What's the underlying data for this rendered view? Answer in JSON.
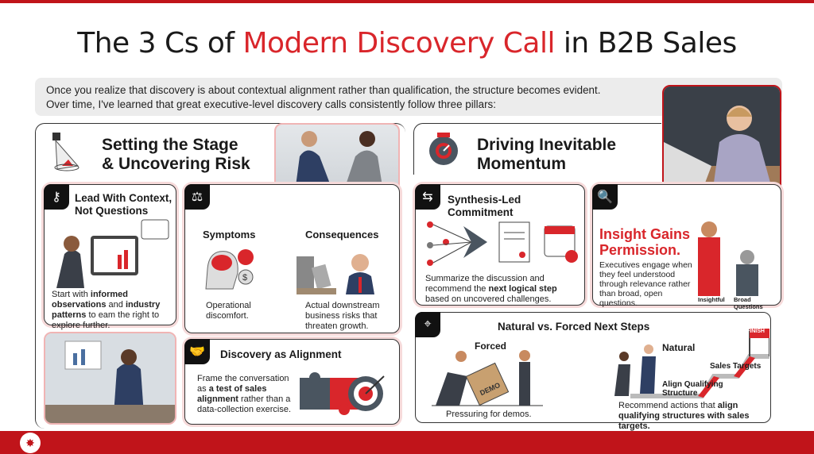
{
  "title": {
    "prefix": "The 3 Cs of ",
    "highlight": "Modern Discovery Call",
    "suffix": " in B2B Sales"
  },
  "intro": {
    "line1": "Once you realize that discovery is about contextual alignment rather than qualification, the structure becomes evident.",
    "line2": "Over time, I've learned that great executive-level discovery calls consistently follow three pillars:"
  },
  "left": {
    "title_line1": "Setting the Stage",
    "title_line2": "& Uncovering Risk",
    "lead": {
      "title_line1": "Lead With Context,",
      "title_line2": "Not Questions",
      "text_a": "Start with ",
      "bold_a": "informed observations",
      "text_b": " and ",
      "bold_b": "industry patterns",
      "text_c": " to eam the right to explore further."
    },
    "symptoms": {
      "title": "Symptoms",
      "text": "Operational discomfort."
    },
    "consequences": {
      "title": "Consequences",
      "text": "Actual downstream business risks that threaten growth."
    },
    "alignment": {
      "title": "Discovery as Alignment",
      "text_a": "Frame the conversation as ",
      "bold": "a test of sales alignment",
      "text_b": " rather than a data-collection exercise."
    }
  },
  "right": {
    "title_line1": "Driving Inevitable",
    "title_line2": "Momentum",
    "synthesis": {
      "title": "Synthesis-Led Commitment",
      "text_a": "Summarize the discussion and recommend the ",
      "bold": "next logical step",
      "text_b": " based on uncovered challenges."
    },
    "insight": {
      "title_line1": "Insight Gains",
      "title_line2": "Permission.",
      "text": "Executives engage when they feel understood through relevance rather than broad, open questions.",
      "bar_labels": [
        "Insightful",
        "Broad Questions"
      ]
    },
    "steps": {
      "title": "Natural vs. Forced Next Steps",
      "forced": "Forced",
      "box_label": "DEMO",
      "forced_caption": "Pressuring for demos.",
      "natural": "Natural",
      "finish": "FINISH",
      "sales_targets": "Sales Targets",
      "align_line1": "Align Qualifying",
      "align_line2": "Structure",
      "caption_a": "Recommend actions that ",
      "caption_bold": "align qualifying structures with sales targets."
    }
  },
  "colors": {
    "accent": "#d9262b",
    "bar": "#c0141a",
    "dark": "#4a5560"
  }
}
